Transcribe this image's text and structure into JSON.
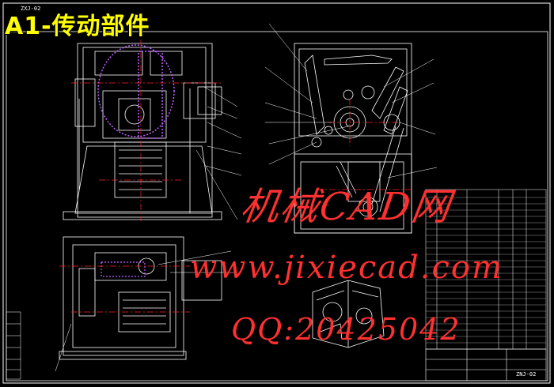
{
  "header": {
    "title": "A1-传动部件",
    "drawing_tag": "ZXJ-02"
  },
  "watermark": {
    "site_name": "机械CAD网",
    "url": "www.jixiecad.com",
    "qq": "QQ:20425042"
  },
  "title_block": {
    "drawing_no": "ZNJ-02"
  },
  "colors": {
    "background": "#000000",
    "title": "#ffff00",
    "watermark": "#ff3030",
    "lines": "#ffffff",
    "center_lines": "#ff2020",
    "highlight": "#c060ff",
    "leaders": "#ffffff"
  }
}
